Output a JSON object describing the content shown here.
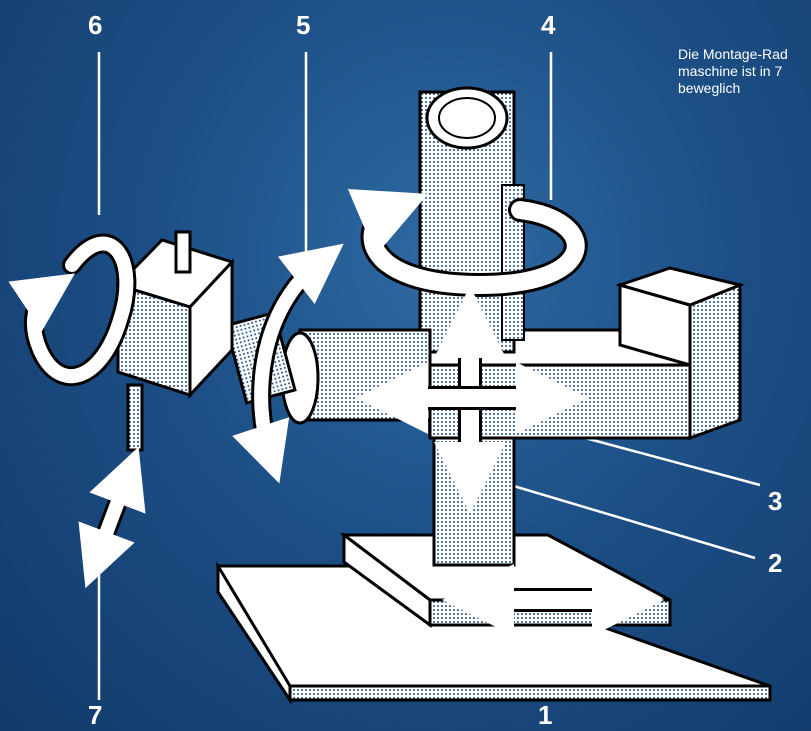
{
  "caption": {
    "line1": "Die Montage-Rad",
    "line2": "maschine ist in 7",
    "line3": "beweglich"
  },
  "axis_labels": {
    "l1": "1",
    "l2": "2",
    "l3": "3",
    "l4": "4",
    "l5": "5",
    "l6": "6",
    "l7": "7"
  },
  "colors": {
    "background": "#1c4f86",
    "line": "#ffffff",
    "shade_dot": "#1c4f86"
  }
}
